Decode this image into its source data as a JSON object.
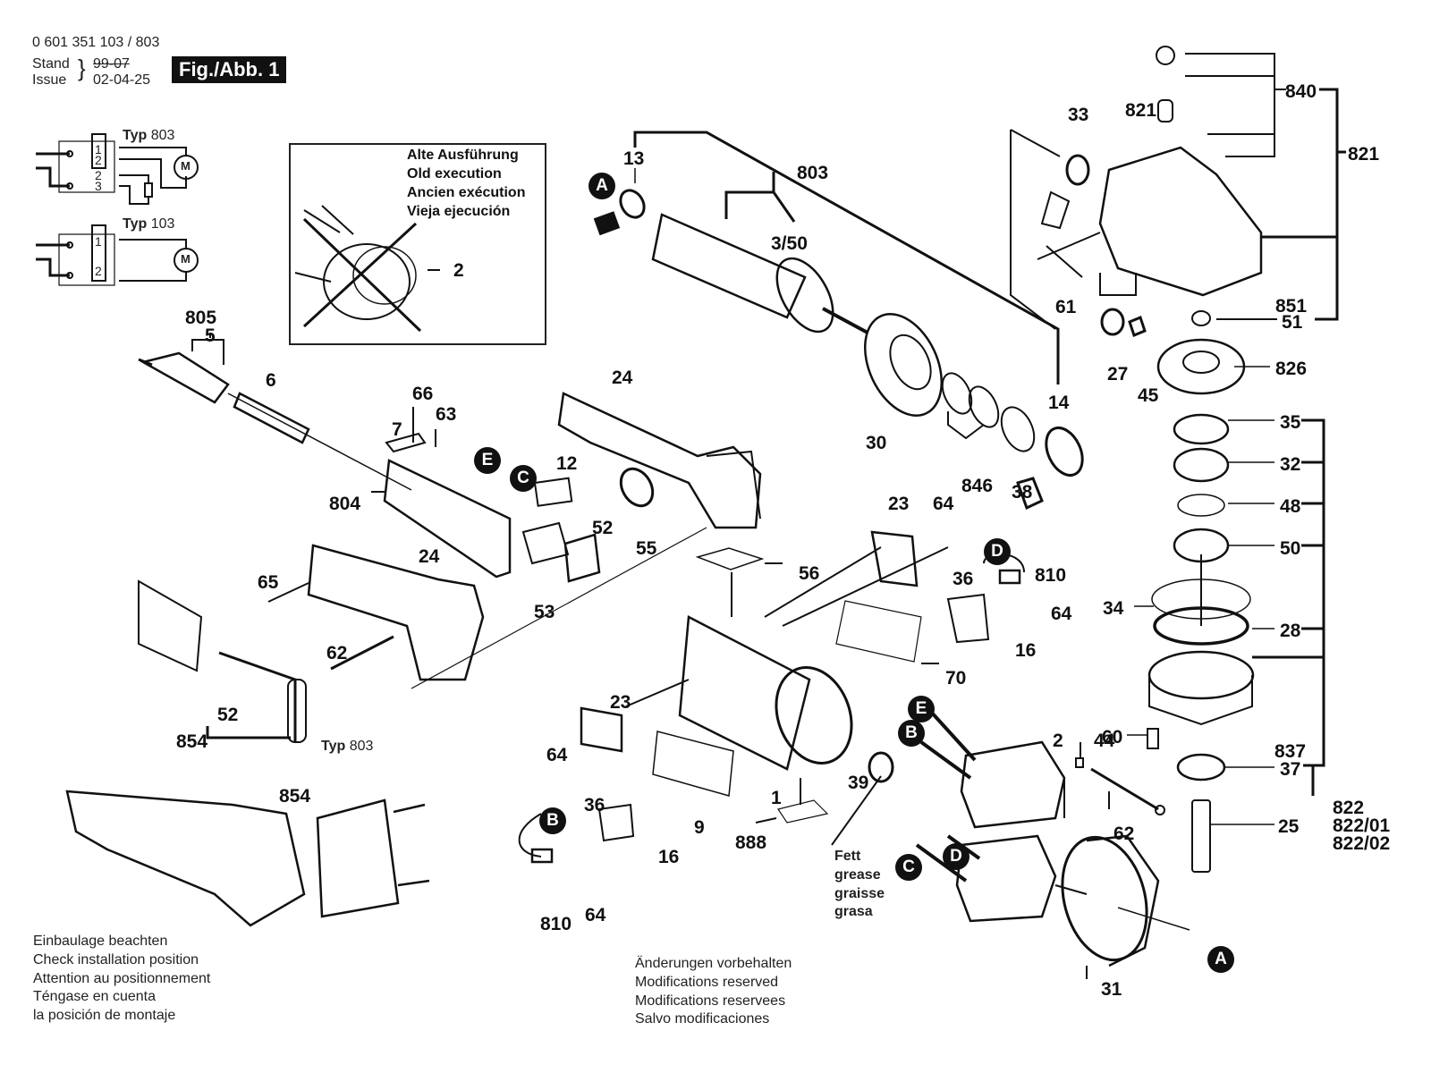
{
  "header": {
    "part_number": "0 601 351 103 / 803",
    "stand_label": "Stand",
    "stand_value": "99-07",
    "issue_label": "Issue",
    "issue_value": "02-04-25",
    "figure_badge": "Fig./Abb. 1"
  },
  "wiring": [
    {
      "type_label": "Typ",
      "type_value": "803",
      "terminals": [
        "1",
        "2",
        "2",
        "3"
      ],
      "motor": "M"
    },
    {
      "type_label": "Typ",
      "type_value": "103",
      "terminals": [
        "1",
        "2"
      ],
      "motor": "M"
    }
  ],
  "old_execution": {
    "lines": [
      "Alte Ausführung",
      "Old execution",
      "Ancien exécution",
      "Vieja ejecución"
    ],
    "part": "2"
  },
  "callouts": [
    "A",
    "A",
    "B",
    "B",
    "C",
    "C",
    "D",
    "D",
    "E",
    "E"
  ],
  "part_labels": {
    "p805": "805",
    "p5": "5",
    "p6": "6",
    "p66": "66",
    "p63": "63",
    "p7": "7",
    "p804": "804",
    "p12": "12",
    "p52a": "52",
    "p53": "53",
    "p24a": "24",
    "p24b": "24",
    "p55": "55",
    "p65": "65",
    "p62a": "62",
    "p52b": "52",
    "p854a": "854",
    "typ803_label": "Typ",
    "typ803_value": "803",
    "p854b": "854",
    "p13": "13",
    "p803": "803",
    "p3_50": "3/50",
    "p30": "30",
    "p846": "846",
    "p38": "38",
    "p14": "14",
    "p33": "33",
    "p821a": "821",
    "p840": "840",
    "p821b": "821",
    "p61": "61",
    "p27": "27",
    "p45": "45",
    "p851": "851",
    "p51": "51",
    "p826": "826",
    "p35": "35",
    "p32": "32",
    "p48": "48",
    "p50": "50",
    "p34": "34",
    "p28": "28",
    "p60": "60",
    "p837": "837",
    "p37": "37",
    "p25": "25",
    "p822": "822",
    "p822_01": "822/01",
    "p822_02": "822/02",
    "p23a": "23",
    "p64a": "64",
    "p810a": "810",
    "p36a": "36",
    "p64b": "64",
    "p16a": "16",
    "p70": "70",
    "p56": "56",
    "p23b": "23",
    "p64c": "64",
    "p36b": "36",
    "p16b": "16",
    "p810b": "810",
    "p64d": "64",
    "p9": "9",
    "p1": "1",
    "p888": "888",
    "p39": "39",
    "p2": "2",
    "p44": "44",
    "p62b": "62",
    "p31": "31"
  },
  "grease_note": [
    "Fett",
    "grease",
    "graisse",
    "grasa"
  ],
  "install_note": [
    "Einbaulage beachten",
    "Check installation position",
    "Attention au positionnement",
    "Téngase en cuenta",
    "la posición de montaje"
  ],
  "modifications_note": [
    "Änderungen vorbehalten",
    "Modifications reserved",
    "Modifications reservees",
    "Salvo modificaciones"
  ]
}
